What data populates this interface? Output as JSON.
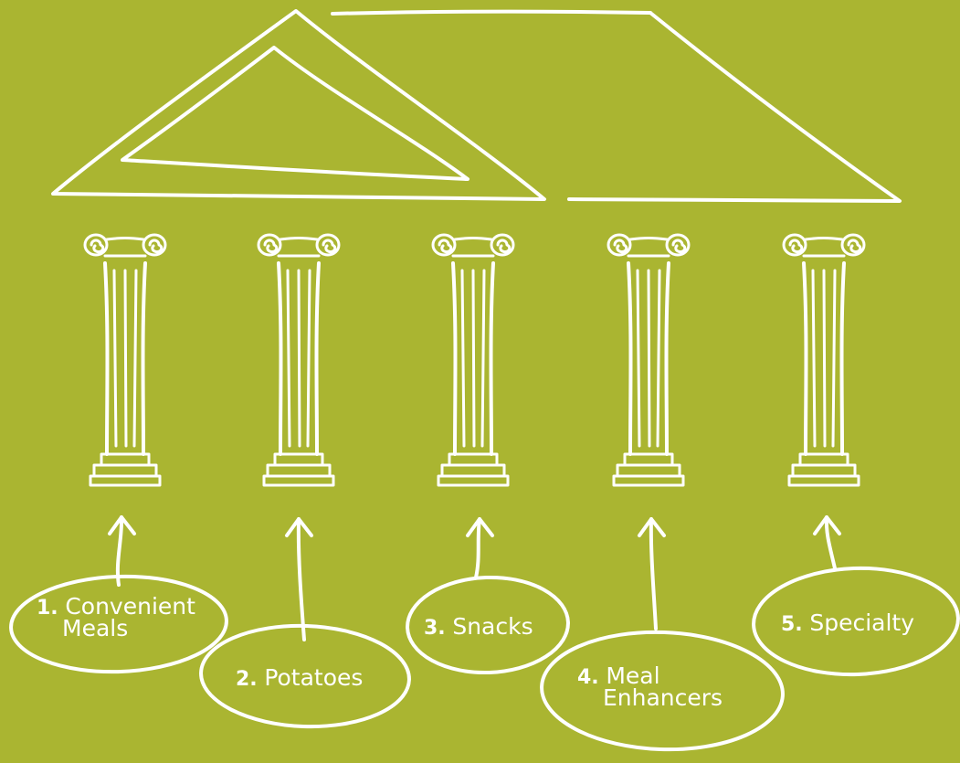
{
  "colors": {
    "background": "#aab531",
    "ink": "#ffffff"
  },
  "pillars": [
    {
      "number": "1.",
      "label_lines": [
        "Convenient",
        "Meals"
      ]
    },
    {
      "number": "2.",
      "label_lines": [
        "Potatoes"
      ]
    },
    {
      "number": "3.",
      "label_lines": [
        "Snacks"
      ]
    },
    {
      "number": "4.",
      "label_lines": [
        "Meal",
        "Enhancers"
      ]
    },
    {
      "number": "5.",
      "label_lines": [
        "Specialty"
      ]
    }
  ]
}
